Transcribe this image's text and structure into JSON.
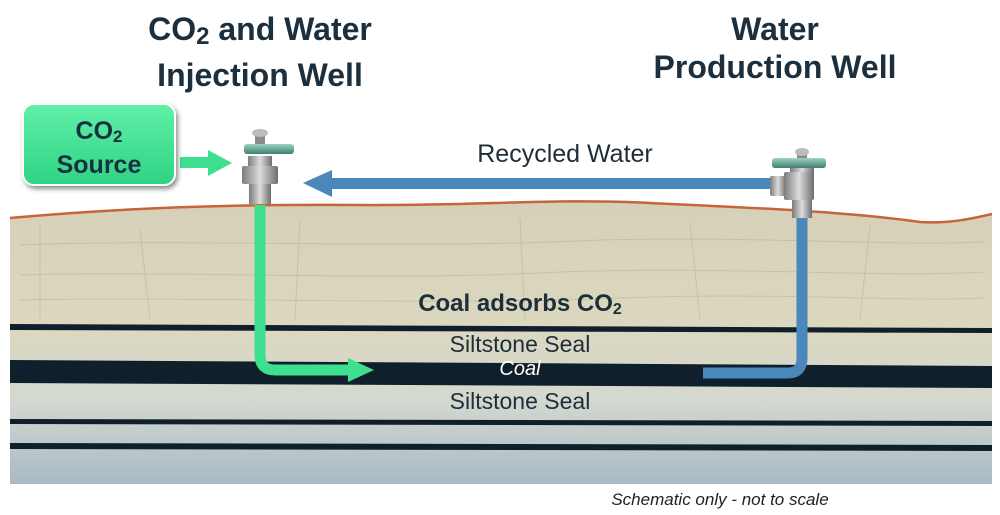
{
  "titles": {
    "injection_prefix": "CO",
    "injection_sub": "2",
    "injection_rest": " and Water",
    "injection_line2": "Injection Well",
    "production_line1": "Water",
    "production_line2": "Production Well"
  },
  "source_box": {
    "prefix": "CO",
    "sub": "2",
    "line2": "Source"
  },
  "labels": {
    "recycled_water": "Recycled Water",
    "coal_adsorbs_prefix": "Coal adsorbs CO",
    "coal_adsorbs_sub": "2",
    "siltstone_upper": "Siltstone Seal",
    "coal": "Coal",
    "siltstone_lower": "Siltstone Seal"
  },
  "footnote": "Schematic only - not to scale",
  "colors": {
    "title": "#1b2f3e",
    "co2_green": "#3ee08f",
    "water_blue": "#4a87ba",
    "ground_line": "#c8643a",
    "coal_seam": "#0f1f2c",
    "rock": "#d8d3be"
  },
  "icons": {
    "injection_wellhead": "wellhead-valve-icon",
    "production_wellhead": "wellhead-valve-icon"
  }
}
